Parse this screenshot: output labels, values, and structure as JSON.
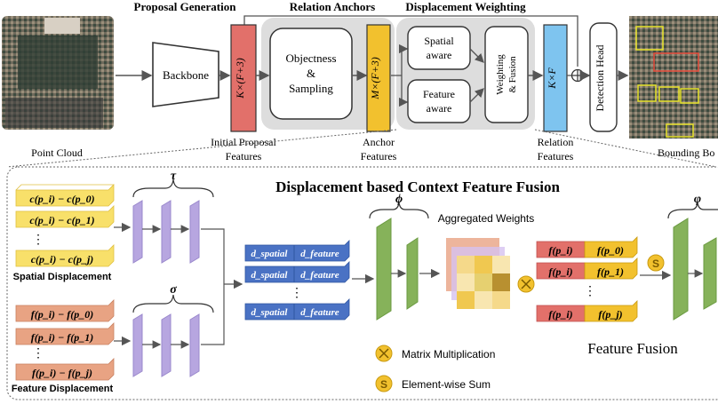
{
  "top": {
    "sections": {
      "proposal_generation": "Proposal Generation",
      "relation_anchors": "Relation Anchors",
      "displacement_weighting": "Displacement Weighting"
    },
    "backbone": "Backbone",
    "proposal_box": "K×(F+3)",
    "objectness_line1": "Objectness",
    "objectness_line2": "&",
    "objectness_line3": "Sampling",
    "anchor_box": "M×(F+3)",
    "spatial_line1": "Spatial",
    "spatial_line2": "aware",
    "feature_line1": "Feature",
    "feature_line2": "aware",
    "weighting_line1": "Weighting",
    "weighting_line2": "& Fusion",
    "relation_box": "K×F",
    "detection_head": "Detection Head",
    "labels": {
      "point_cloud": "Point Cloud",
      "initial_line1": "Initial Proposal",
      "initial_line2": "Features",
      "anchor_line1": "Anchor",
      "anchor_line2": "Features",
      "relation_line1": "Relation",
      "relation_line2": "Features",
      "bounding": "Bounding Bo"
    }
  },
  "bottom": {
    "title": "Displacement based Context Feature Fusion",
    "tau": "τ",
    "sigma": "σ",
    "phi": "ϕ",
    "varphi": "φ",
    "spatial_disp": [
      "c(p_i) − c(p_0)",
      "c(p_i) − c(p_1)",
      "c(p_i) − c(p_j)"
    ],
    "feature_disp": [
      "f(p_i) − f(p_0)",
      "f(p_i) − f(p_1)",
      "f(p_i) − f(p_j)"
    ],
    "spatial_disp_label": "Spatial Displacement",
    "feature_disp_label": "Feature Displacement",
    "d_spatial": "d_spatial",
    "d_feature": "d_feature",
    "aggregated_weights": "Aggregated Weights",
    "fusion_left": [
      "f(p_i)",
      "f(p_i)",
      "f(p_i)"
    ],
    "fusion_right": [
      "f(p_0)",
      "f(p_1)",
      "f(p_j)"
    ],
    "feature_fusion": "Feature Fusion",
    "legend_matrix": "Matrix Multiplication",
    "legend_sum": "Element-wise Sum",
    "sum_symbol": "S",
    "dots": "⋮"
  },
  "colors": {
    "proposal": "#e2706a",
    "anchor": "#f2c12e",
    "relation": "#7ec4ef",
    "spatial": "#f8e06a",
    "feature": "#e8a383",
    "dvec": "#4a72c4",
    "mlp": "#b7a6e0",
    "green": "#86b25a",
    "shade": "#dddddd"
  }
}
